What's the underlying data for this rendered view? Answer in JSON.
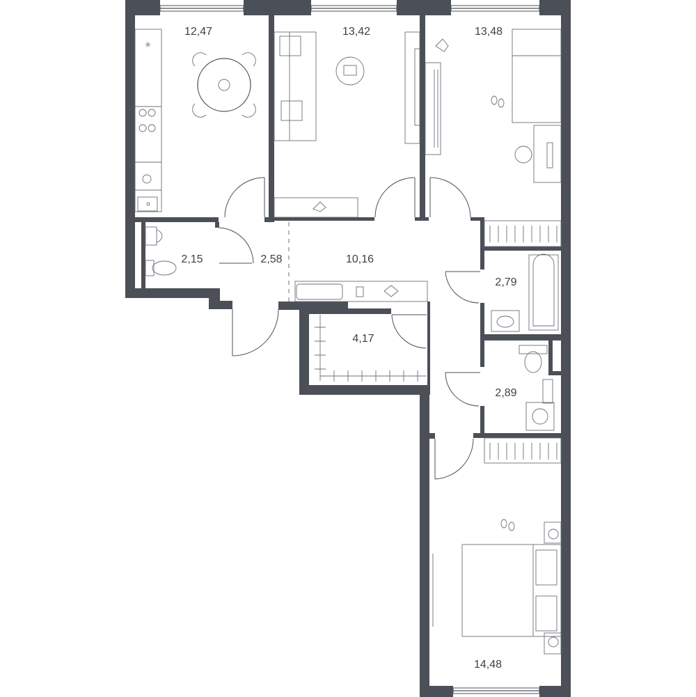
{
  "rooms": {
    "kitchen": {
      "area": "12,47"
    },
    "living": {
      "area": "13,42"
    },
    "bedroom_1": {
      "area": "13,48"
    },
    "wc": {
      "area": "2,15"
    },
    "entrance": {
      "area": "2,58"
    },
    "hall": {
      "area": "10,16"
    },
    "bath_1": {
      "area": "2,79"
    },
    "wardrobe": {
      "area": "4,17"
    },
    "bath_2": {
      "area": "2,89"
    },
    "bedroom_2": {
      "area": "14,48"
    }
  },
  "colors": {
    "wall": "#4b4f57",
    "background": "#ffffff",
    "text": "#3c4048"
  }
}
